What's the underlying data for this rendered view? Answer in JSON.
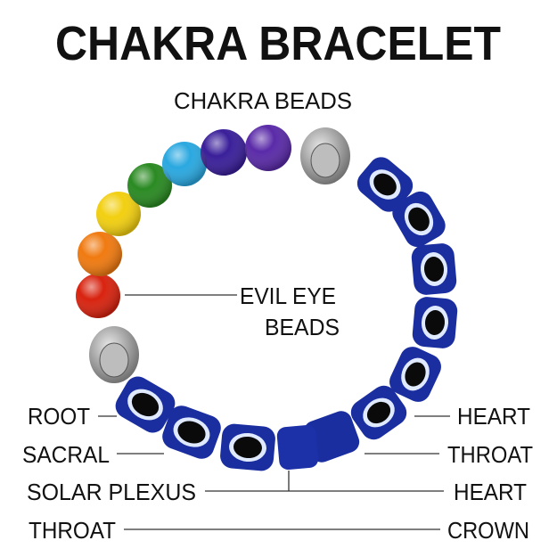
{
  "title": "CHAKRA BRACELET",
  "labels": {
    "chakra_beads": "CHAKRA BEADS",
    "evil_eye_line1": "EVIL EYE",
    "evil_eye_line2": "BEADS"
  },
  "left_labels": [
    "ROOT",
    "SACRAL",
    "SOLAR PLEXUS",
    "THROAT"
  ],
  "right_labels": [
    "HEART",
    "THROAT",
    "HEART",
    "CROWN"
  ],
  "colors": {
    "root": "#d8230f",
    "sacral": "#f07a10",
    "solar_plexus": "#f2cf10",
    "heart": "#2a8a22",
    "throat": "#2aa8e0",
    "third_eye": "#3a1f9a",
    "crown": "#5a2aa8",
    "evil_eye_blue": "#1a2ea0"
  }
}
